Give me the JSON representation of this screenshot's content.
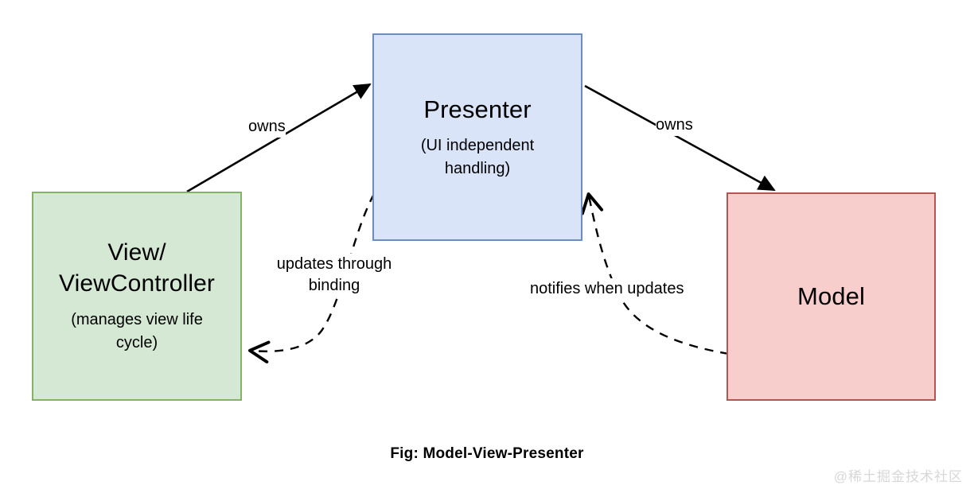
{
  "figure": {
    "caption": "Fig: Model-View-Presenter",
    "watermark": "@稀土掘金技术社区",
    "background_color": "#ffffff"
  },
  "nodes": [
    {
      "id": "view",
      "title": "View/\nViewController",
      "subtitle": "(manages view life\ncycle)",
      "fill_color": "#d5e8d4",
      "border_color": "#82b366"
    },
    {
      "id": "presenter",
      "title": "Presenter",
      "subtitle": "(UI independent\nhandling)",
      "fill_color": "#dae4f8",
      "border_color": "#6c8ebf"
    },
    {
      "id": "model",
      "title": "Model",
      "subtitle": "",
      "fill_color": "#f8cecc",
      "border_color": "#b85450"
    }
  ],
  "edges": [
    {
      "id": "view-owns-presenter",
      "label": "owns",
      "from": "view",
      "to": "presenter",
      "style": "solid",
      "arrowhead": "filled-triangle",
      "color": "#000000"
    },
    {
      "id": "presenter-owns-model",
      "label": "owns",
      "from": "presenter",
      "to": "model",
      "style": "solid",
      "arrowhead": "filled-triangle",
      "color": "#000000"
    },
    {
      "id": "presenter-updates-view",
      "label": "updates through\nbinding",
      "from": "presenter",
      "to": "view",
      "style": "dashed",
      "arrowhead": "open-v",
      "color": "#000000"
    },
    {
      "id": "model-notifies-presenter",
      "label": "notifies when updates",
      "from": "model",
      "to": "presenter",
      "style": "dashed",
      "arrowhead": "open-v",
      "color": "#000000"
    }
  ]
}
